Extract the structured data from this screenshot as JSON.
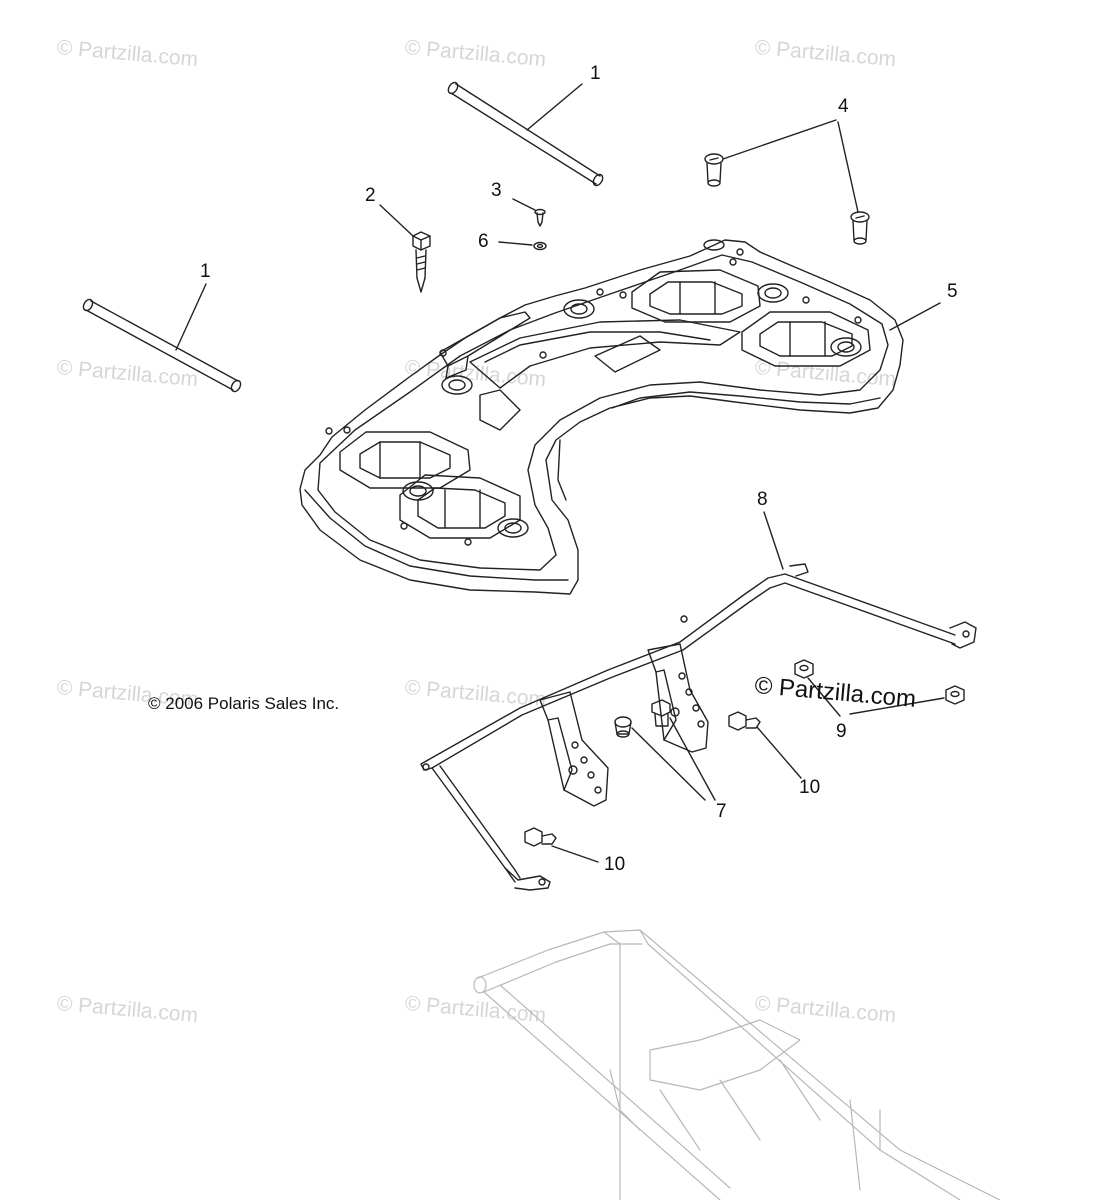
{
  "watermark_text": "© Partzilla.com",
  "copyright_text": "© 2006 Polaris Sales Inc.",
  "brand_mark_text": "© Partzilla.com",
  "callouts": {
    "c1a": "1",
    "c1b": "1",
    "c2": "2",
    "c3": "3",
    "c4": "4",
    "c5": "5",
    "c6": "6",
    "c7": "7",
    "c8": "8",
    "c9": "9",
    "c10a": "10",
    "c10b": "10"
  },
  "colors": {
    "line": "#222222",
    "watermark": "#d6d6d6",
    "frame_ghost": "#b8b8b8"
  }
}
